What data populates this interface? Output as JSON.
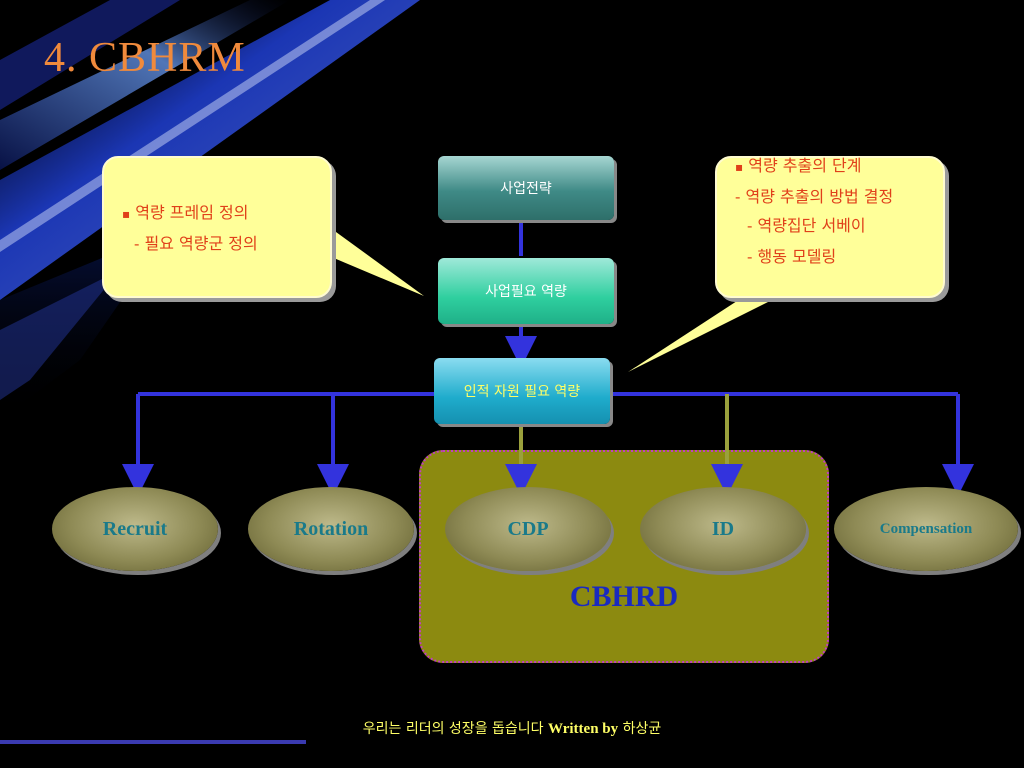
{
  "slide": {
    "title": "4. CBHRM",
    "footer_korean": "우리는 리더의 성장을 돕습니다",
    "footer_written": "Written by",
    "footer_author": "하상균"
  },
  "flow": {
    "business_strategy": "사업전략",
    "business_competency": "사업필요 역량",
    "hr_competency": "인적 자원 필요 역량"
  },
  "callout_left": {
    "bullet": "▪",
    "line1": "역량 프레임 정의",
    "line2": "- 필요 역량군 정의"
  },
  "callout_right": {
    "bullet": "▪",
    "line1": "역량 추출의 단계",
    "line2": "- 역량 추출의 방법 결정",
    "line3": "- 역량집단 서베이",
    "line4": "- 행동 모델링"
  },
  "outcomes": {
    "recruit": "Recruit",
    "rotation": "Rotation",
    "cdp": "CDP",
    "id": "ID",
    "compensation": "Compensation"
  },
  "group_label": "CBHRD",
  "colors": {
    "title": "#f08a3c",
    "callout_fill": "#ffff99",
    "callout_text": "#e0401a",
    "connector": "#3333dd",
    "group_fill": "#8c8a10",
    "group_border": "#c040c0",
    "group_label": "#1a2ac0"
  }
}
